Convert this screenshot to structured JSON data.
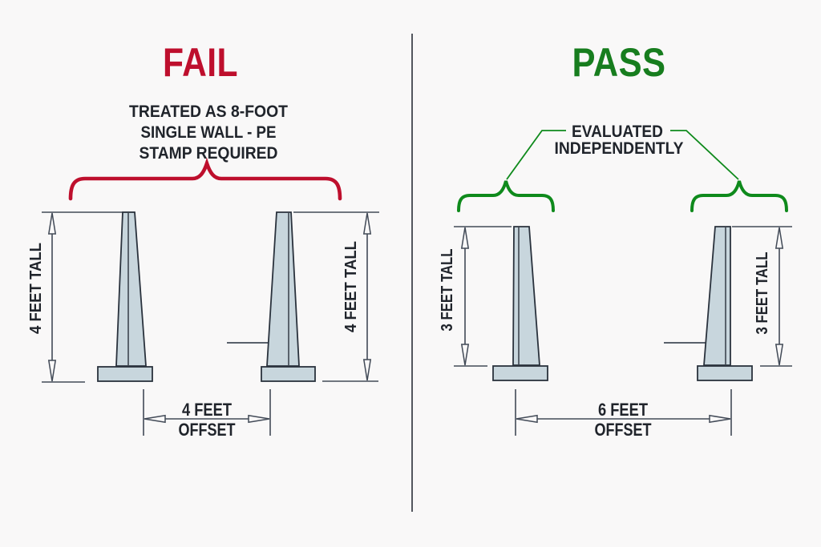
{
  "colors": {
    "background": "#f9f8f8",
    "fail_red": "#be0f2d",
    "pass_green": "#177d1e",
    "brace_green": "#0f8a1c",
    "ink": "#20242b",
    "dim_line": "#424a57",
    "wall_fill": "#c8d6dd",
    "wall_stroke": "#2a323d",
    "divider": "#53565e"
  },
  "fail_panel": {
    "title": "FAIL",
    "annotation_lines": [
      "TREATED AS 8-FOOT",
      "SINGLE WALL - PE",
      "STAMP REQUIRED"
    ],
    "walls": [
      {
        "height_label": "4 FEET TALL"
      },
      {
        "height_label": "4 FEET TALL"
      }
    ],
    "offset_label_line1": "4 FEET",
    "offset_label_line2": "OFFSET"
  },
  "pass_panel": {
    "title": "PASS",
    "annotation_lines": [
      "EVALUATED",
      "INDEPENDENTLY"
    ],
    "walls": [
      {
        "height_label": "3 FEET TALL"
      },
      {
        "height_label": "3 FEET TALL"
      }
    ],
    "offset_label_line1": "6 FEET",
    "offset_label_line2": "OFFSET"
  }
}
